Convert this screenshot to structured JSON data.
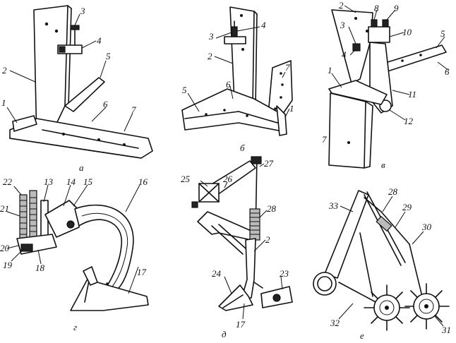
{
  "panels": [
    {
      "id": "a",
      "caption": "а",
      "labels": [
        "1",
        "2",
        "3",
        "4",
        "5",
        "6",
        "7"
      ]
    },
    {
      "id": "b",
      "caption": "б",
      "labels": [
        "2",
        "3",
        "4",
        "5",
        "6",
        "7",
        "1"
      ]
    },
    {
      "id": "v",
      "caption": "в",
      "labels": [
        "2",
        "3",
        "4",
        "8",
        "9",
        "10",
        "5",
        "6",
        "1",
        "11",
        "12",
        "7"
      ]
    },
    {
      "id": "g",
      "caption": "г",
      "labels": [
        "22",
        "13",
        "14",
        "15",
        "16",
        "21",
        "20",
        "19",
        "18",
        "17"
      ]
    },
    {
      "id": "d",
      "caption": "д",
      "labels": [
        "25",
        "26",
        "27",
        "28",
        "2",
        "24",
        "23",
        "17"
      ]
    },
    {
      "id": "e",
      "caption": "е",
      "labels": [
        "28",
        "29",
        "30",
        "33",
        "32",
        "31"
      ]
    }
  ]
}
